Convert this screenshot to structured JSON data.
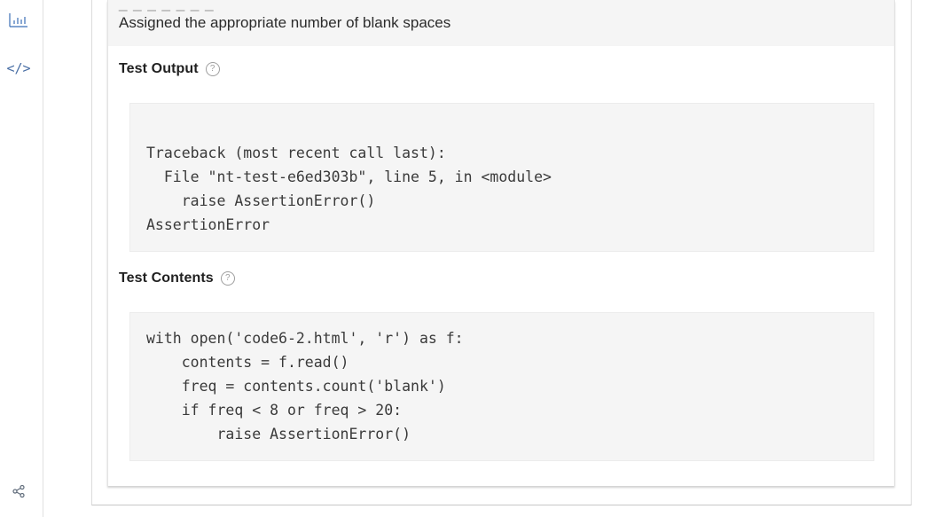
{
  "rail": {
    "icons": [
      "bar-chart-icon",
      "code-icon",
      "share-icon"
    ],
    "code_glyph": "</>"
  },
  "card": {
    "top_clipped_text": "_ _ _ _ _ _ _",
    "top_text": "Assigned the appropriate number of blank spaces",
    "test_output": {
      "title": "Test Output",
      "help_glyph": "?",
      "lines": [
        "Traceback (most recent call last):",
        "  File \"nt-test-e6ed303b\", line 5, in <module>",
        "    raise AssertionError()",
        "AssertionError"
      ]
    },
    "test_contents": {
      "title": "Test Contents",
      "help_glyph": "?",
      "lines": [
        "with open('code6-2.html', 'r') as f:",
        "    contents = f.read()",
        "    freq = contents.count('blank')",
        "    if freq < 8 or freq > 20:",
        "        raise AssertionError()"
      ]
    }
  },
  "colors": {
    "accent_icon": "#3b6fb6",
    "code_bg": "#f5f5f5",
    "card_top_bg": "#f5f5f5"
  }
}
